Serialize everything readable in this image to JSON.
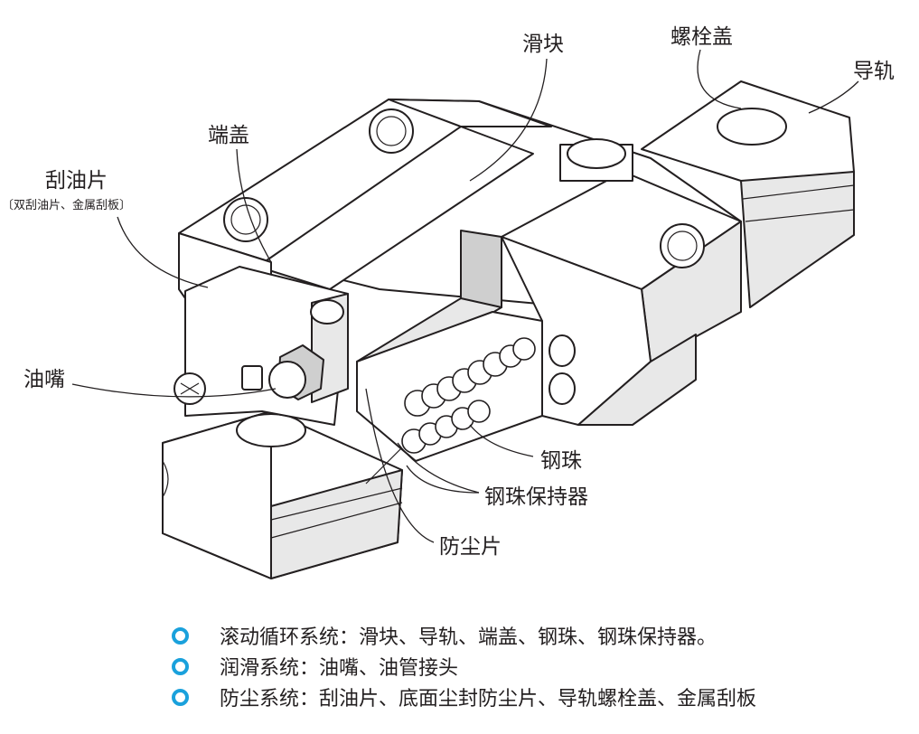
{
  "labels": {
    "slider": "滑块",
    "bolt_cap": "螺栓盖",
    "rail": "导轨",
    "end_cap": "端盖",
    "scraper": "刮油片",
    "scraper_note": "〔双刮油片、金属刮板〕",
    "grease_nipple": "油嘴",
    "steel_ball": "钢珠",
    "ball_retainer": "钢珠保持器",
    "dust_seal": "防尘片"
  },
  "legend": [
    {
      "text": "滚动循环系统：滑块、导轨、端盖、钢珠、钢珠保持器。"
    },
    {
      "text": "润滑系统：油嘴、油管接头"
    },
    {
      "text": "防尘系统：刮油片、底面尘封防尘片、导轨螺栓盖、金属刮板"
    }
  ],
  "colors": {
    "bullet": "#1aa1dc",
    "line": "#231f20"
  }
}
